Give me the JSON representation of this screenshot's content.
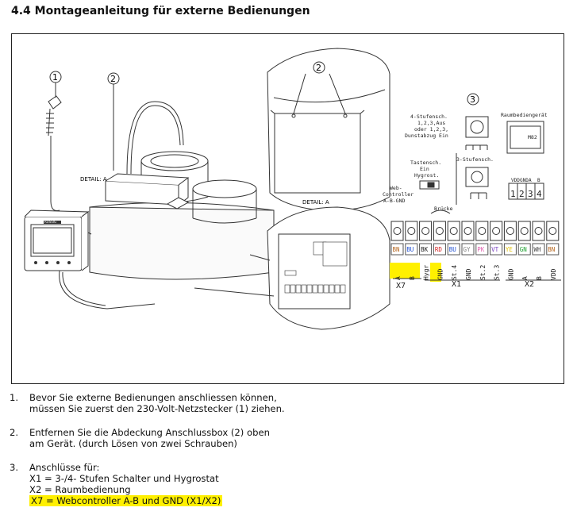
{
  "heading": "4.4 Montageanleitung für externe Bedienungen",
  "figure": {
    "callouts": [
      "1",
      "2",
      "2",
      "3"
    ],
    "detail_label": "DETAIL: A",
    "detail_label_inset": "DETAIL: A",
    "controller_brand": "RUSSIG",
    "switch4_label": [
      "4-Stufensch.",
      "1,2,3,Aus",
      "oder 1,2,3,",
      "Dunstabzug Ein"
    ],
    "switch3_label": "3-Stufensch.",
    "raumbedien_label": "Raumbediengerät",
    "raumbedien_value": "M82",
    "taster_label": [
      "Tastensch.",
      "Ein",
      "Hygrost."
    ],
    "web_label": [
      "Web-",
      "Controller",
      "A-B-GND"
    ],
    "bruecke_label": "Brücke",
    "x2_pins": [
      "VDD",
      "GND",
      "A",
      "B"
    ],
    "x2_pin_numbers": [
      "1",
      "2",
      "3",
      "4"
    ],
    "wire_colors": [
      {
        "code": "BN",
        "color": "#b5651d"
      },
      {
        "code": "BU",
        "color": "#1f4fd1"
      },
      {
        "code": "BK",
        "color": "#222222"
      },
      {
        "code": "RD",
        "color": "#d62020"
      },
      {
        "code": "BU",
        "color": "#1f4fd1"
      },
      {
        "code": "GY",
        "color": "#808080"
      },
      {
        "code": "PK",
        "color": "#e060b0"
      },
      {
        "code": "VT",
        "color": "#7a3fbf"
      },
      {
        "code": "YE",
        "color": "#e0c000"
      },
      {
        "code": "GN",
        "color": "#1ea030"
      },
      {
        "code": "WH",
        "color": "#444444"
      },
      {
        "code": "BN",
        "color": "#b5651d"
      }
    ],
    "terminal_labels": [
      "A",
      "B",
      "Hygr",
      "GND",
      "St.4",
      "GND",
      "St.2",
      "St.3",
      "GND",
      "A",
      "B",
      "VDD"
    ],
    "group_labels": [
      "X7",
      "X1",
      "X2"
    ]
  },
  "steps": [
    {
      "num": "1.",
      "lines": [
        "Bevor Sie externe Bedienungen anschliessen können,",
        "müssen Sie zuerst den 230-Volt-Netzstecker (1) ziehen."
      ]
    },
    {
      "num": "2.",
      "lines": [
        "Entfernen Sie die Abdeckung Anschlussbox (2) oben",
        "am Gerät. (durch Lösen von zwei Schrauben)"
      ]
    },
    {
      "num": "3.",
      "lines": [
        "Anschlüsse für:",
        "X1 = 3-/4- Stufen Schalter und Hygrostat",
        "X2 = Raumbedienung"
      ],
      "highlight": "X7 = Webcontroller A-B und GND (X1/X2)"
    }
  ]
}
